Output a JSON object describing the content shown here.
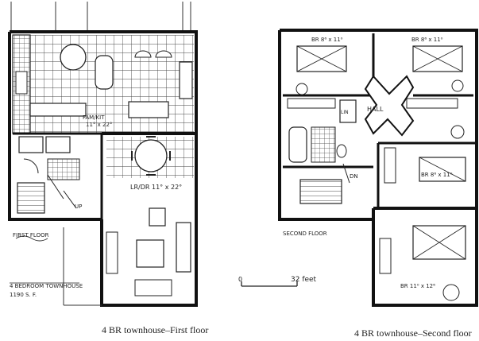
{
  "first_floor": {
    "rooms": {
      "fam_kit": "FAM/KIT",
      "fam_kit_dim": "11° x 22°",
      "lr_dr": "LR/DR  11° x 22°"
    },
    "up_label": "UP",
    "floor_label": "FIRST FLOOR",
    "title_line1": "4 BEDROOM TOWNHOUSE",
    "title_line2": "1190 S. F.",
    "caption": "4 BR townhouse–First floor"
  },
  "second_floor": {
    "rooms": {
      "br1": "BR 8⁶ x 11⁰",
      "br2": "BR 8⁶ x 11⁰",
      "hall": "HALL",
      "lin": "LIN",
      "br3": "BR 8⁶ x 11⁰",
      "br4": "BR 11⁰ x 12⁶"
    },
    "dn_label": "DN",
    "floor_label": "SECOND FLOOR",
    "caption": "4 BR townhouse–Second floor"
  },
  "scale": {
    "start": "0",
    "end": "32 feet"
  }
}
